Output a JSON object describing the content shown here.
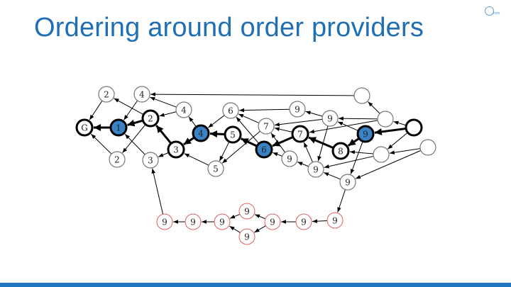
{
  "slide": {
    "title": "Ordering around order providers",
    "logo_text": "byte"
  },
  "colors": {
    "title": "#1f6fb5",
    "highlight": "#3b82c4",
    "red_node": "#e06060",
    "bar": "#1f78c1"
  },
  "graph": {
    "nodes": [
      {
        "id": "G",
        "label": "G",
        "style": "bold"
      },
      {
        "id": "n1",
        "label": "1",
        "style": "blue"
      },
      {
        "id": "n2a",
        "label": "2",
        "style": "normal"
      },
      {
        "id": "n4a",
        "label": "4",
        "style": "normal"
      },
      {
        "id": "n2b",
        "label": "2",
        "style": "bold"
      },
      {
        "id": "n4b",
        "label": "4",
        "style": "normal"
      },
      {
        "id": "n2c",
        "label": "2",
        "style": "normal"
      },
      {
        "id": "n3a",
        "label": "3",
        "style": "normal"
      },
      {
        "id": "n3b",
        "label": "3",
        "style": "bold"
      },
      {
        "id": "n4c",
        "label": "4",
        "style": "blue"
      },
      {
        "id": "n5a",
        "label": "5",
        "style": "bold"
      },
      {
        "id": "n6a",
        "label": "6",
        "style": "normal"
      },
      {
        "id": "n5b",
        "label": "5",
        "style": "normal"
      },
      {
        "id": "n7a",
        "label": "7",
        "style": "normal"
      },
      {
        "id": "n6b",
        "label": "6",
        "style": "blue"
      },
      {
        "id": "n9a",
        "label": "9",
        "style": "normal"
      },
      {
        "id": "n9b",
        "label": "9",
        "style": "normal"
      },
      {
        "id": "n7b",
        "label": "7",
        "style": "bold"
      },
      {
        "id": "n9c",
        "label": "9",
        "style": "normal"
      },
      {
        "id": "n9d",
        "label": "9",
        "style": "normal"
      },
      {
        "id": "n8",
        "label": "8",
        "style": "bold"
      },
      {
        "id": "n9e",
        "label": "9",
        "style": "blue"
      },
      {
        "id": "n9f",
        "label": "9",
        "style": "normal"
      },
      {
        "id": "e1",
        "label": "",
        "style": "normal"
      },
      {
        "id": "e2",
        "label": "",
        "style": "normal"
      },
      {
        "id": "e3",
        "label": "",
        "style": "bold"
      },
      {
        "id": "e4",
        "label": "",
        "style": "normal"
      },
      {
        "id": "e5",
        "label": "",
        "style": "normal"
      },
      {
        "id": "r1",
        "label": "9",
        "style": "red"
      },
      {
        "id": "r2",
        "label": "9",
        "style": "red"
      },
      {
        "id": "r3",
        "label": "9",
        "style": "red"
      },
      {
        "id": "r4",
        "label": "9",
        "style": "red"
      },
      {
        "id": "r5",
        "label": "9",
        "style": "red"
      },
      {
        "id": "r6",
        "label": "9",
        "style": "red"
      },
      {
        "id": "r7",
        "label": "9",
        "style": "red"
      },
      {
        "id": "r8",
        "label": "9",
        "style": "red"
      }
    ],
    "edges": [
      [
        "n1",
        "G",
        1
      ],
      [
        "n2a",
        "G",
        0
      ],
      [
        "n2c",
        "G",
        0
      ],
      [
        "n2b",
        "n1",
        1
      ],
      [
        "n4a",
        "n1",
        0
      ],
      [
        "n3a",
        "n1",
        0
      ],
      [
        "n2b",
        "n2c",
        0
      ],
      [
        "n2b",
        "n2a",
        0
      ],
      [
        "n4b",
        "n4a",
        0
      ],
      [
        "n4b",
        "n2b",
        0
      ],
      [
        "n3b",
        "n2b",
        1
      ],
      [
        "n4c",
        "n3b",
        1
      ],
      [
        "n3b",
        "n3a",
        0
      ],
      [
        "n5b",
        "n3b",
        0
      ],
      [
        "n4c",
        "n4b",
        0
      ],
      [
        "n5a",
        "n4c",
        1
      ],
      [
        "n6a",
        "n4c",
        0
      ],
      [
        "n5a",
        "n5b",
        0
      ],
      [
        "n6b",
        "n5a",
        1
      ],
      [
        "n7a",
        "n5b",
        0
      ],
      [
        "n6b",
        "n6a",
        0
      ],
      [
        "n7a",
        "n6a",
        0
      ],
      [
        "n9a",
        "n6a",
        0
      ],
      [
        "n7b",
        "n6b",
        1
      ],
      [
        "n9c",
        "n6b",
        0
      ],
      [
        "n9c",
        "n7a",
        0
      ],
      [
        "n7b",
        "n7a",
        0
      ],
      [
        "n9b",
        "n7a",
        0
      ],
      [
        "n9b",
        "n9a",
        0
      ],
      [
        "n9b",
        "n9d",
        0
      ],
      [
        "n9d",
        "n9c",
        0
      ],
      [
        "n9d",
        "n7b",
        0
      ],
      [
        "n8",
        "n7b",
        1
      ],
      [
        "n9e",
        "n8",
        1
      ],
      [
        "n9e",
        "n9b",
        0
      ],
      [
        "e2",
        "n9b",
        0
      ],
      [
        "e2",
        "n7b",
        0
      ],
      [
        "e2",
        "e1",
        0
      ],
      [
        "e3",
        "n9e",
        1
      ],
      [
        "e3",
        "e2",
        0
      ],
      [
        "e3",
        "e4",
        0
      ],
      [
        "e4",
        "n8",
        0
      ],
      [
        "e4",
        "n9d",
        0
      ],
      [
        "e5",
        "e4",
        0
      ],
      [
        "e5",
        "n9f",
        0
      ],
      [
        "n9e",
        "n9f",
        0
      ],
      [
        "n9f",
        "n9d",
        0
      ],
      [
        "e1",
        "n4a",
        0
      ],
      [
        "n9f",
        "r8",
        0
      ],
      [
        "r8",
        "r7",
        0
      ],
      [
        "r7",
        "r6",
        0
      ],
      [
        "r6",
        "r4",
        0
      ],
      [
        "r6",
        "r5",
        0
      ],
      [
        "r4",
        "r3",
        0
      ],
      [
        "r5",
        "r3",
        0
      ],
      [
        "r3",
        "r2",
        0
      ],
      [
        "r2",
        "r1",
        0
      ],
      [
        "r1",
        "n3a",
        0
      ]
    ]
  }
}
